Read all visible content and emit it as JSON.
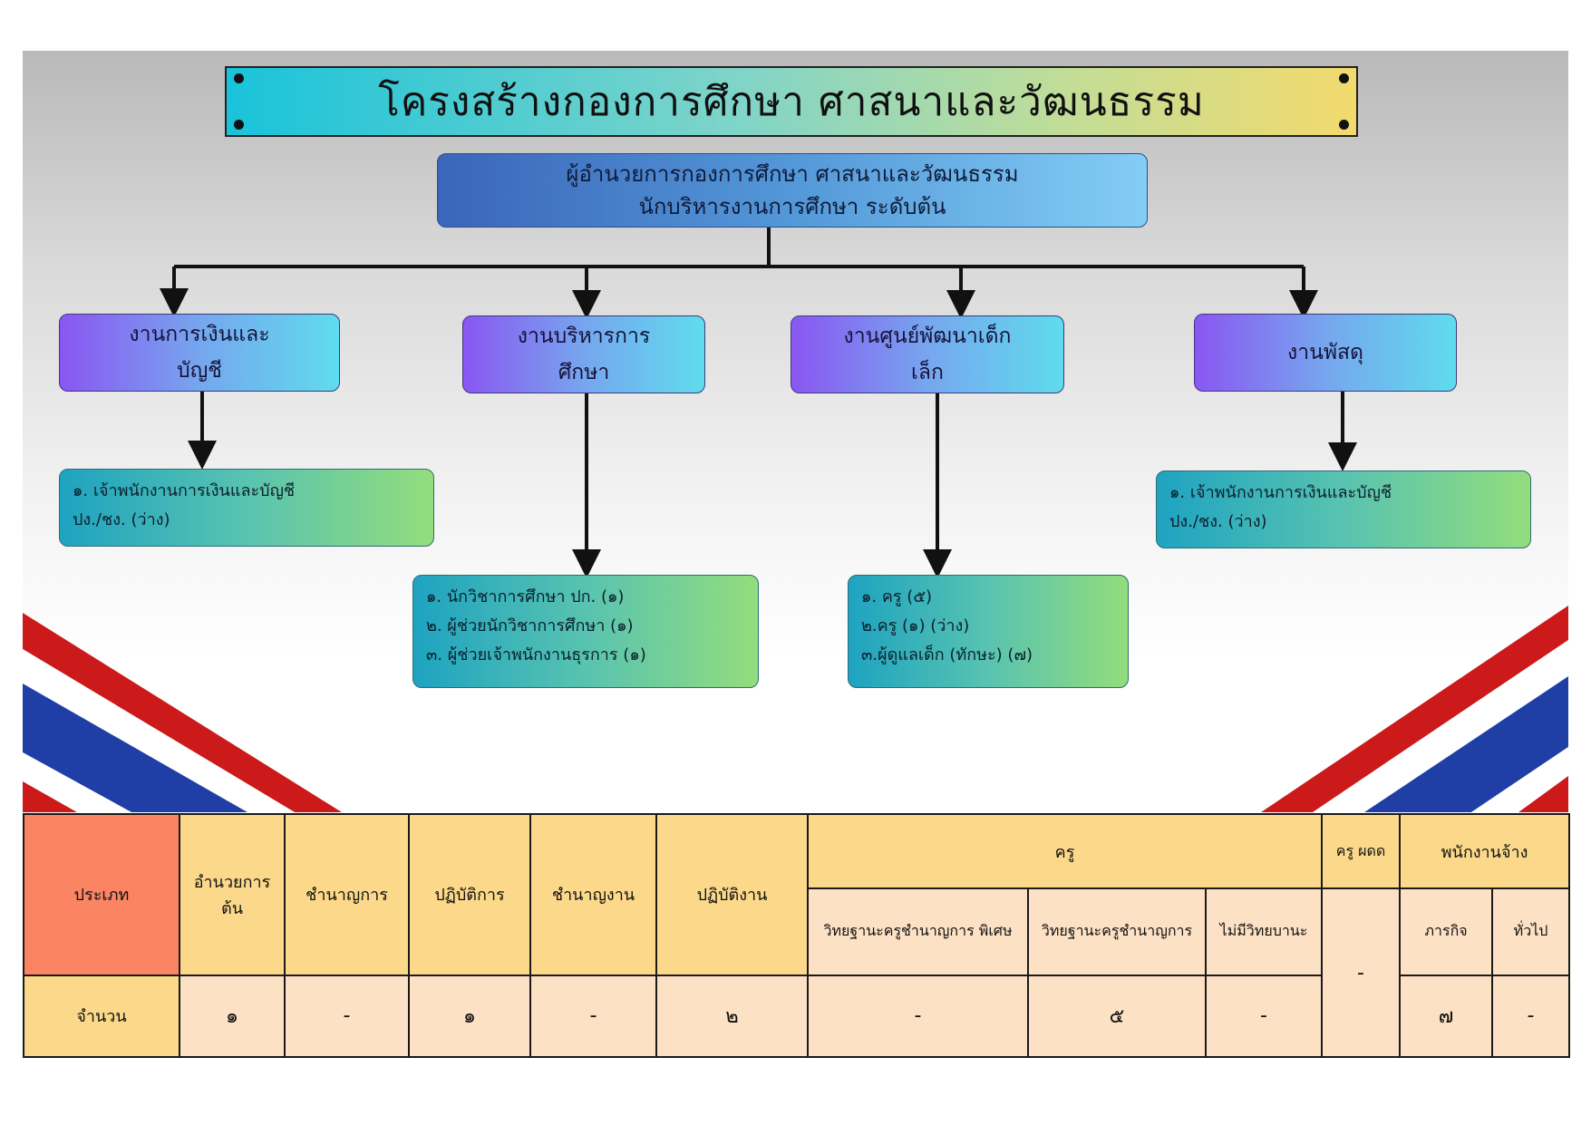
{
  "title": "โครงสร้างกองการศึกษา ศาสนาและวัฒนธรรม",
  "director": {
    "line1": "ผู้อำนวยการกองการศึกษา ศาสนาและวัฒนธรรม",
    "line2": "นักบริหารงานการศึกษา ระดับต้น"
  },
  "departments": [
    {
      "line1": "งานการเงินและ",
      "line2": "บัญชี"
    },
    {
      "line1": "งานบริหารการ",
      "line2": "ศึกษา"
    },
    {
      "line1": "งานศูนย์พัฒนาเด็ก",
      "line2": "เล็ก"
    },
    {
      "line1": "งานพัสดุ",
      "line2": ""
    }
  ],
  "staff": {
    "finance": [
      "๑. เจ้าพนักงานการเงินและบัญชี",
      "ปง./ชง. (ว่าง)"
    ],
    "education": [
      "๑. นักวิชาการศึกษา ปก. (๑)",
      "๒. ผู้ช่วยนักวิชาการศึกษา (๑)",
      "๓. ผู้ช่วยเจ้าพนักงานธุรการ (๑)"
    ],
    "childcare": [
      "๑. ครู (๕)",
      "๒.ครู (๑) (ว่าง)",
      "๓.ผู้ดูแลเด็ก (ทักษะ) (๗)"
    ],
    "supplies": [
      "๑. เจ้าพนักงานการเงินและบัญชี",
      "ปง./ชง. (ว่าง)"
    ]
  },
  "table": {
    "type_label": "ประเภท",
    "director_level": "อำนวยการต้น",
    "professional": "ชำนาญการ",
    "practitioner": "ปฏิบัติการ",
    "experienced": "ชำนาญงาน",
    "operational": "ปฏิบัติงาน",
    "teacher": "ครู",
    "teacher_sub": [
      "วิทยฐานะครูชำนาญการ พิเศษ",
      "วิทยฐานะครูชำนาญการ",
      "ไม่มีวิทยบานะ"
    ],
    "teacher_cdc": "ครู ผดด",
    "employee": "พนักงานจ้าง",
    "employee_sub": [
      "ภารกิจ",
      "ทั่วไป"
    ],
    "count_label": "จำนวน",
    "counts": [
      "๑",
      "-",
      "๑",
      "-",
      "๒",
      "-",
      "๕",
      "-",
      "-",
      "๗",
      "-"
    ]
  },
  "colors": {
    "flag_red": "#cc1a1a",
    "flag_blue": "#1f3fa6",
    "header_yellow": "#fcd98a",
    "header_orange": "#fb8563",
    "value_peach": "#fde1c4"
  }
}
